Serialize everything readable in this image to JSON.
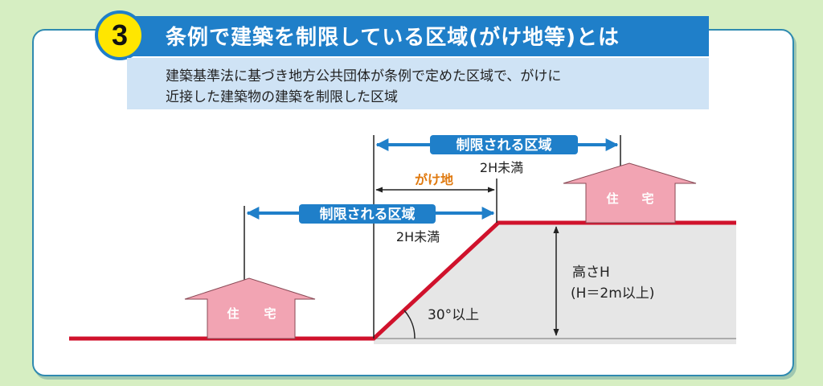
{
  "header": {
    "number": "3",
    "title": "条例で建築を制限している区域(がけ地等)とは"
  },
  "description": {
    "line1": "建築基準法に基づき地方公共団体が条例で定めた区域で、がけに",
    "line2": "近接した建築物の建築を制限した区域"
  },
  "diagram": {
    "restricted_zone_label": "制限される区域",
    "distance_label": "2H未満",
    "cliff_label": "がけ地",
    "house_label_1": "住",
    "house_label_2": "宅",
    "height_label": "高さH",
    "height_condition": "(H＝2m以上)",
    "angle_label": "30°以上",
    "colors": {
      "ground_line": "#d0122c",
      "arrow_blue": "#1f7fc9",
      "house_pink": "#f2a4b3",
      "cliff_gray": "#e6e6e6",
      "cliff_label_orange": "#e07a10"
    }
  }
}
